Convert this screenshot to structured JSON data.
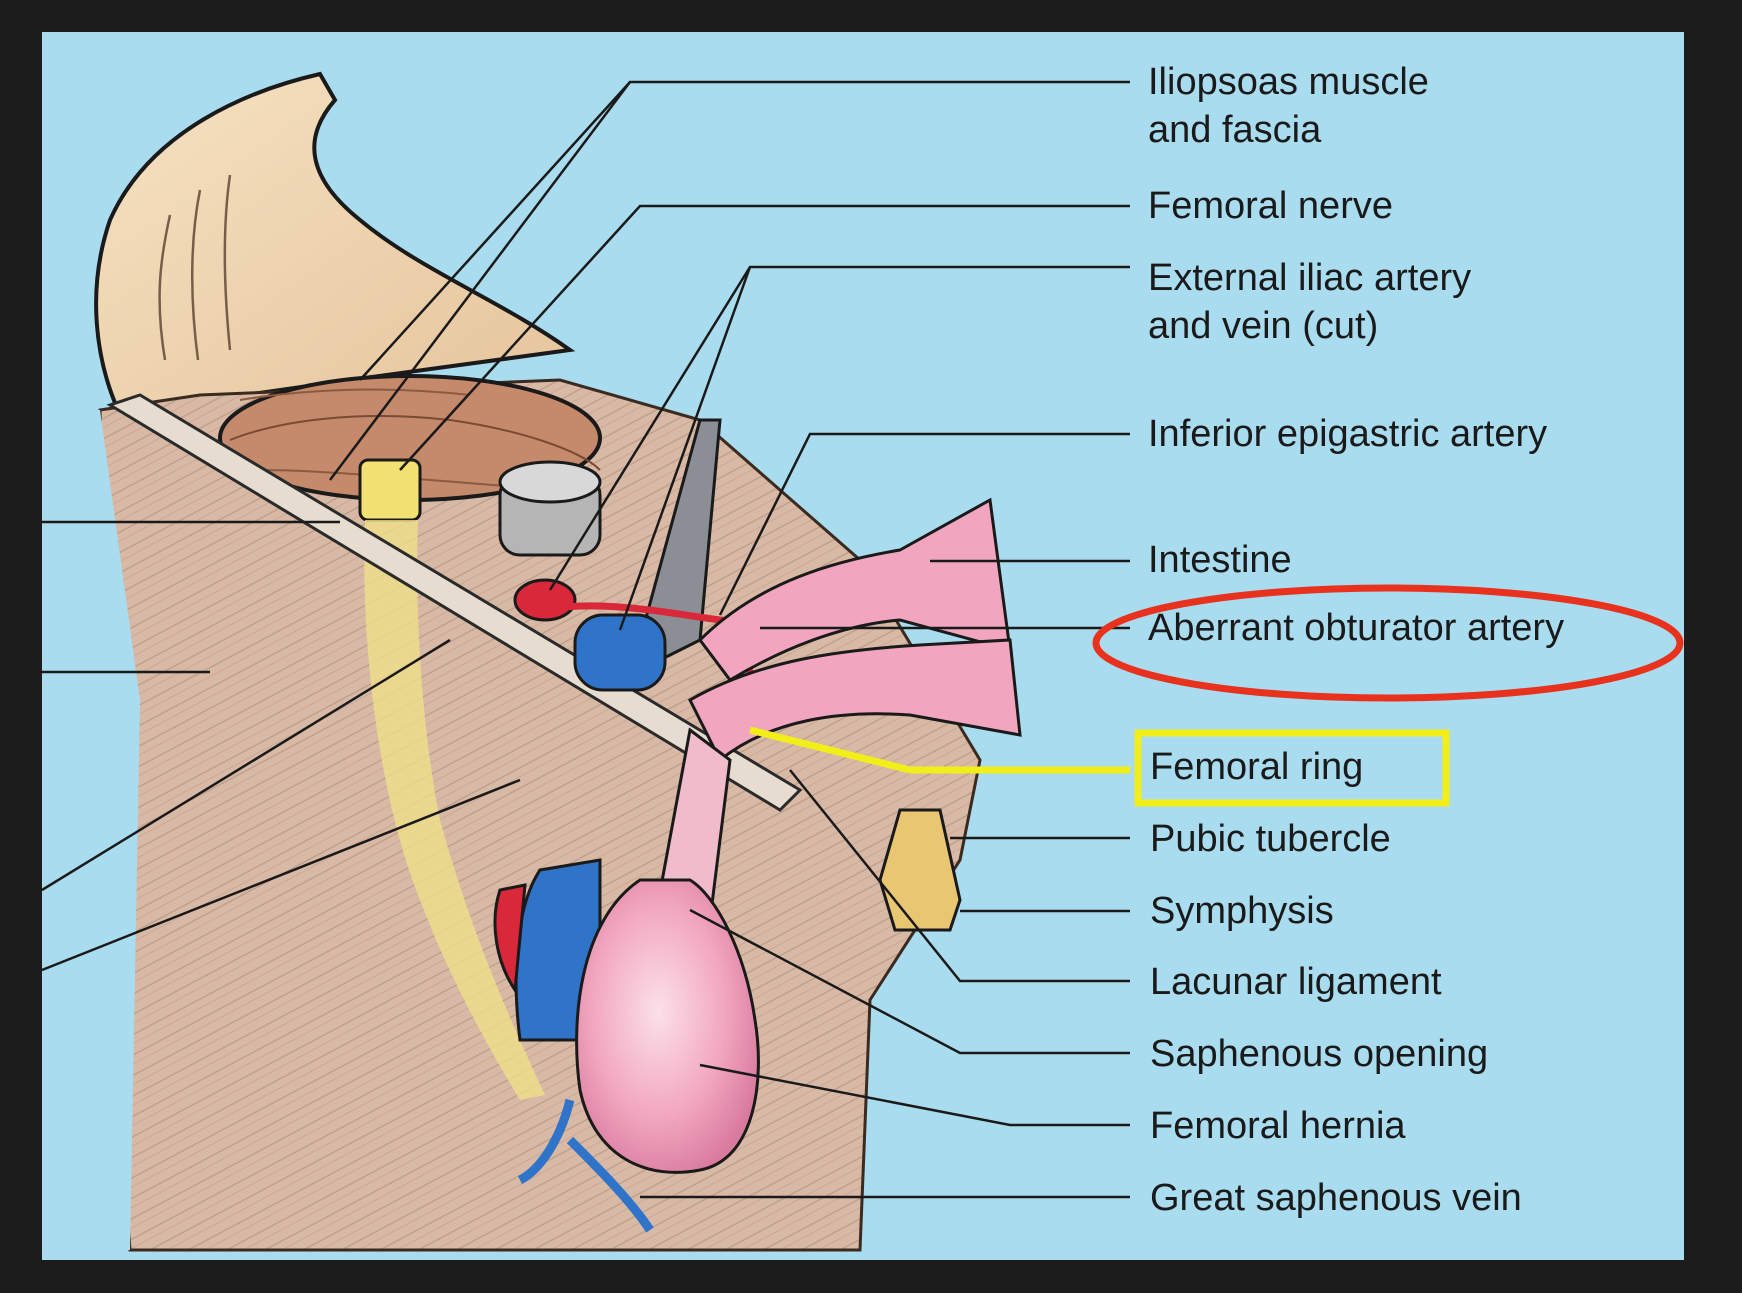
{
  "labels": {
    "iliopsoas": [
      "Iliopsoas muscle",
      "and fascia"
    ],
    "femoral_nerve": "Femoral nerve",
    "external_iliac": [
      "External iliac artery",
      "and vein (cut)"
    ],
    "inferior_epigastric": "Inferior epigastric artery",
    "intestine": "Intestine",
    "aberrant_obturator": "Aberrant obturator artery",
    "femoral_ring": "Femoral ring",
    "pubic_tubercle": "Pubic tubercle",
    "symphysis": "Symphysis",
    "lacunar_ligament": "Lacunar ligament",
    "saphenous_opening": "Saphenous opening",
    "femoral_hernia": "Femoral hernia",
    "great_saphenous_vein": "Great saphenous vein"
  },
  "colors": {
    "background": "#a9dcef",
    "frame": "#1c1c1c",
    "highlight_circle": "#e8321e",
    "highlight_box": "#f2ee1a",
    "artery": "#d8283a",
    "vein": "#2f74c8",
    "nerve": "#f1e27a",
    "intestine": "#f2a5be",
    "muscle": "#d9b9a4",
    "bone": "#f3d8b3"
  }
}
